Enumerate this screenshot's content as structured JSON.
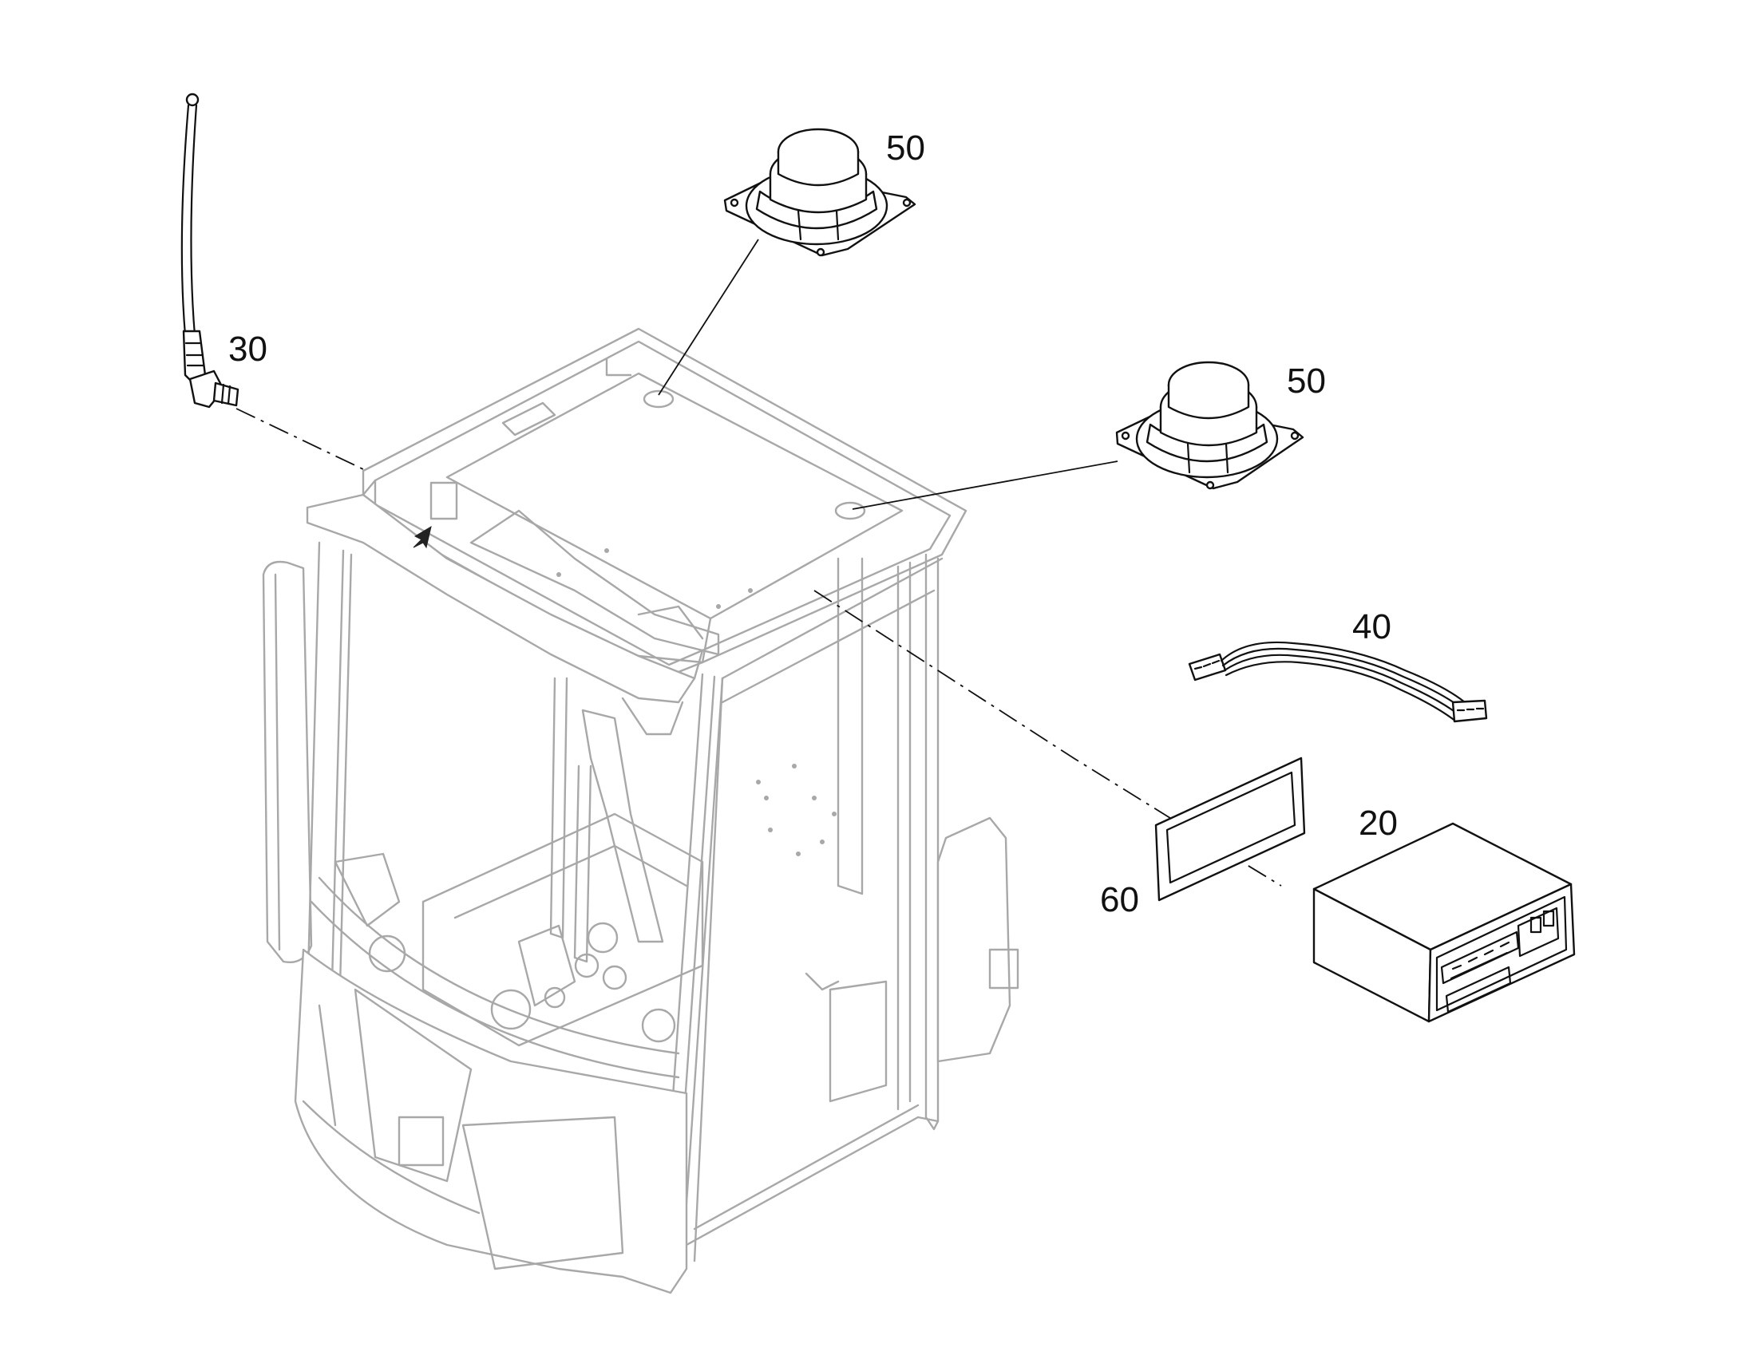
{
  "diagram": {
    "callouts": {
      "antenna": "30",
      "speaker_top": "50",
      "speaker_right": "50",
      "harness": "40",
      "radio": "20",
      "gasket": "60"
    }
  }
}
